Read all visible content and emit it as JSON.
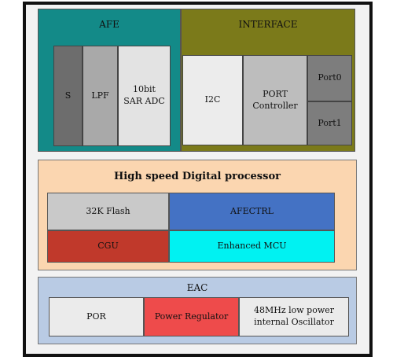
{
  "afe": {
    "title": "AFE",
    "s": "S",
    "lpf": "LPF",
    "adc": "10bit\nSAR ADC"
  },
  "interface": {
    "title": "INTERFACE",
    "i2c": "I2C",
    "port_controller": "PORT\nController",
    "port0": "Port0",
    "port1": "Port1"
  },
  "digital": {
    "title": "High speed Digital processor",
    "flash": "32K Flash",
    "afectrl": "AFECTRL",
    "cgu": "CGU",
    "mcu": "Enhanced MCU"
  },
  "eac": {
    "title": "EAC",
    "por": "POR",
    "power_regulator": "Power Regulator",
    "oscillator": "48MHz low power\ninternal Oscillator"
  },
  "colors": {
    "afe_bg": "#138a88",
    "interface_bg": "#7b7a1a",
    "digital_bg": "#fbd6b0",
    "eac_bg": "#b9cbe4",
    "afectrl": "#4472c4",
    "cgu": "#c0392b",
    "mcu": "#00f2f2",
    "power_regulator": "#ee4b4b"
  }
}
